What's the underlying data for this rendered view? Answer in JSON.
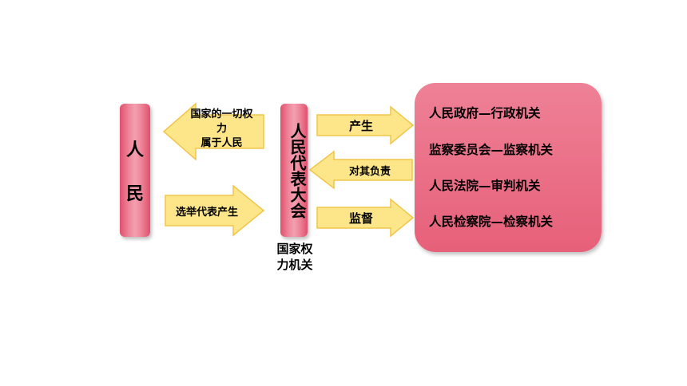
{
  "people": {
    "char1": "人",
    "char2": "民"
  },
  "congress": {
    "label": "人民代表大会",
    "caption_line1": "国家权",
    "caption_line2": "力机关"
  },
  "arrows": {
    "power_line1": "国家的一切权",
    "power_line2": "力",
    "power_line3": "属于人民",
    "elect": "选举代表产生",
    "produce": "产生",
    "responsible": "对其负责",
    "supervise": "监督"
  },
  "organs": [
    "人民政府—行政机关",
    "监察委员会—监察机关",
    "人民法院—审判机关",
    "人民检察院—检察机关"
  ],
  "colors": {
    "arrow_fill": "#fde58a",
    "arrow_border": "#f2c84a",
    "pill_red": "#e0506e",
    "box_red": "#e7607a"
  }
}
